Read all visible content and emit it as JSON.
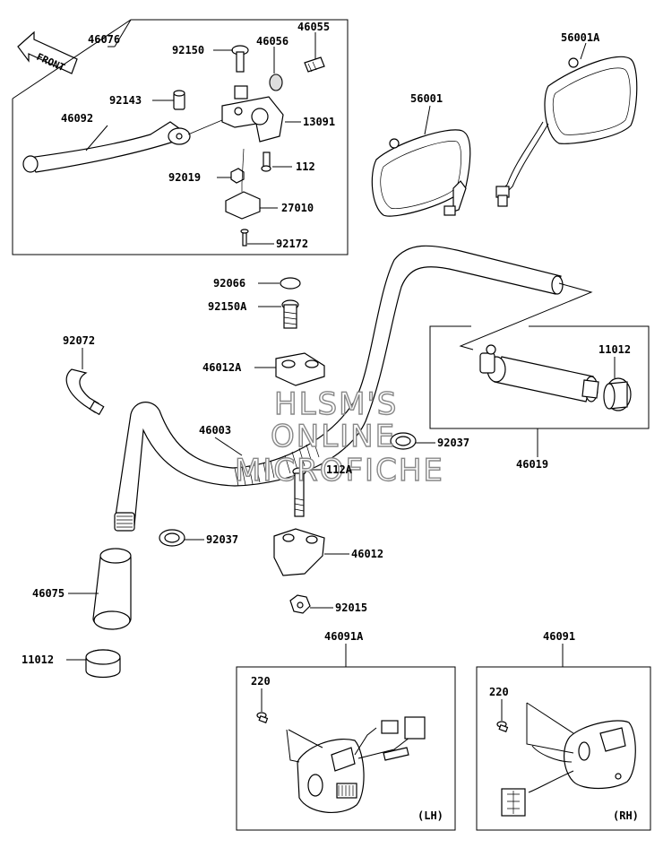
{
  "front_label": "FRONT",
  "watermark": [
    "HLSM'S",
    "ONLINE",
    "MICROFICHE"
  ],
  "callouts": {
    "p46076": "46076",
    "p92150": "92150",
    "p46056": "46056",
    "p46055": "46055",
    "p92143": "92143",
    "p46092": "46092",
    "p13091": "13091",
    "p112": "112",
    "p92019": "92019",
    "p27010": "27010",
    "p92172": "92172",
    "p56001A": "56001A",
    "p56001": "56001",
    "p92066": "92066",
    "p92150A": "92150A",
    "p92072": "92072",
    "p46012A": "46012A",
    "p11012_top": "11012",
    "p46003": "46003",
    "p92037_right": "92037",
    "p46019": "46019",
    "p112A": "112A",
    "p92037_left": "92037",
    "p46012": "46012",
    "p46075": "46075",
    "p92015": "92015",
    "p11012_bottom": "11012",
    "p46091A": "46091A",
    "p46091": "46091",
    "p220_lh": "220",
    "p220_rh": "220"
  },
  "side_labels": {
    "lh": "(LH)",
    "rh": "(RH)"
  }
}
